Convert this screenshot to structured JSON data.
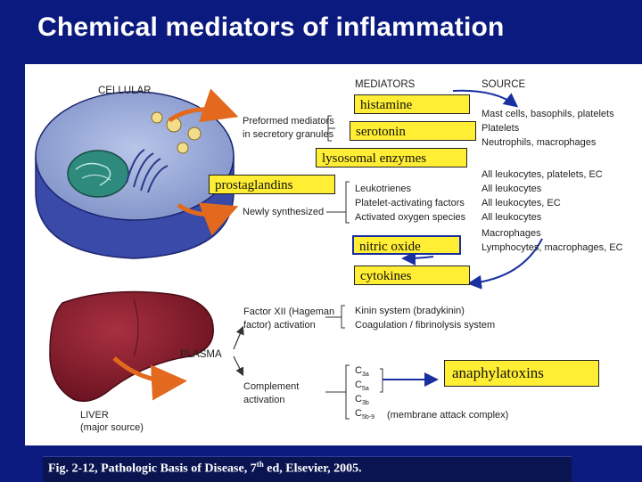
{
  "title": "Chemical mediators of inflammation",
  "labels": {
    "cellular": "CELLULAR",
    "mediators_header": "MEDIATORS",
    "source_header": "SOURCE",
    "preformed_1": "Preformed mediators",
    "preformed_2": "in secretory granules",
    "newly_synthesized": "Newly synthesized",
    "plasma": "PLASMA",
    "liver_1": "LIVER",
    "liver_2": "(major source)",
    "factor12_1": "Factor XII (Hageman",
    "factor12_2": "factor) activation",
    "complement_1": "Complement",
    "complement_2": "activation",
    "kinin": "Kinin system (bradykinin)",
    "coagulation": "Coagulation / fibrinolysis system",
    "c_base": "C",
    "c3a_sub": "3a",
    "c5a_sub": "5a",
    "c3b_sub": "3b",
    "c5b9_sub": "5b-9",
    "membrane_attack": "(membrane attack complex)"
  },
  "mediators_list": [
    "Leukotrienes",
    "Platelet-activating factors",
    "Activated oxygen species"
  ],
  "sources_list": [
    "Mast cells, basophils, platelets",
    "Platelets",
    "Neutrophils, macrophages",
    "All leukocytes, platelets, EC",
    "All leukocytes",
    "All leukocytes, EC",
    "All leukocytes",
    "Macrophages",
    "Lymphocytes, macrophages, EC"
  ],
  "boxes": {
    "histamine": "histamine",
    "serotonin": "serotonin",
    "lysosomal": "lysosomal enzymes",
    "prostaglandins": "prostaglandins",
    "nitric_oxide": "nitric oxide",
    "cytokines": "cytokines",
    "anaphylatoxins": "anaphylatoxins"
  },
  "footer": {
    "pre": "Fig. 2-12, Pathologic Basis of Disease, 7",
    "sup": "th",
    "post": " ed,  Elsevier, 2005."
  },
  "colors": {
    "background": "#0b1a7e",
    "box_fill": "#ffee33",
    "arrow_orange": "#e2691e",
    "arrow_blue": "#1a2fa0",
    "liver": "#8a1e2a",
    "cell_body": "#9aaad8"
  }
}
